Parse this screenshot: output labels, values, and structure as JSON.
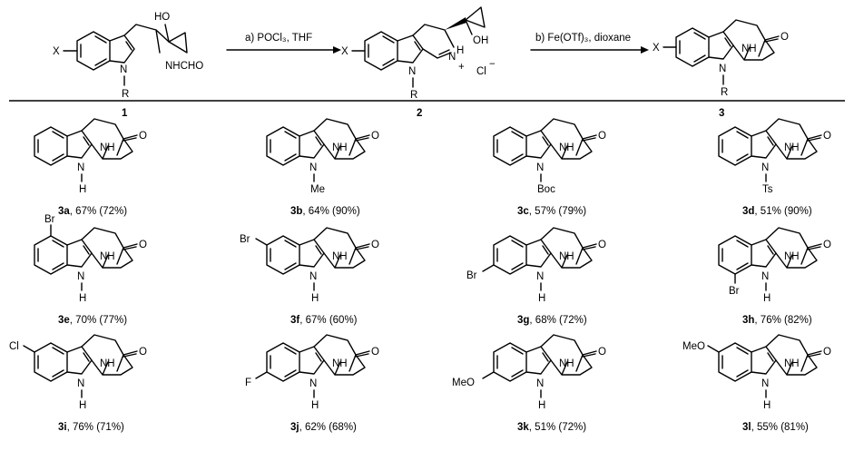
{
  "scheme": {
    "compound_1": {
      "number": "1",
      "substituent_x": "X",
      "hydroxy": "HO",
      "amide": "NHCHO",
      "n_atom": "N",
      "n_substituent": "R"
    },
    "step_a": "a) POCl₃, THF",
    "compound_2": {
      "number": "2",
      "substituent_x": "X",
      "hydroxy": "OH",
      "n_atom": "N",
      "n_substituent": "R",
      "iminium_n": "N",
      "iminium_h": "H",
      "plus": "+",
      "counterion": "Cl",
      "minus": "−"
    },
    "step_b": "b) Fe(OTf)₃, dioxane",
    "compound_3": {
      "number": "3",
      "substituent_x": "X",
      "carbonyl_o": "O",
      "amine": "NH",
      "n_atom": "N",
      "n_substituent": "R"
    }
  },
  "products": [
    {
      "id": "3a",
      "indole_n": "N",
      "n_sub": "H",
      "ring_sub": "",
      "amine": "NH",
      "o": "O",
      "yield": ", 67% (72%)"
    },
    {
      "id": "3b",
      "indole_n": "N",
      "n_sub": "Me",
      "ring_sub": "",
      "amine": "NH",
      "o": "O",
      "yield": ", 64% (90%)"
    },
    {
      "id": "3c",
      "indole_n": "N",
      "n_sub": "Boc",
      "ring_sub": "",
      "amine": "NH",
      "o": "O",
      "yield": ", 57% (79%)"
    },
    {
      "id": "3d",
      "indole_n": "N",
      "n_sub": "Ts",
      "ring_sub": "",
      "amine": "NH",
      "o": "O",
      "yield": ", 51% (90%)"
    },
    {
      "id": "3e",
      "indole_n": "N",
      "n_sub": "H",
      "ring_sub": "Br",
      "amine": "NH",
      "o": "O",
      "yield": ", 70% (77%)"
    },
    {
      "id": "3f",
      "indole_n": "N",
      "n_sub": "H",
      "ring_sub": "Br",
      "amine": "NH",
      "o": "O",
      "yield": ", 67% (60%)"
    },
    {
      "id": "3g",
      "indole_n": "N",
      "n_sub": "H",
      "ring_sub": "Br",
      "amine": "NH",
      "o": "O",
      "yield": ", 68% (72%)"
    },
    {
      "id": "3h",
      "indole_n": "N",
      "n_sub": "H",
      "ring_sub": "Br",
      "amine": "NH",
      "o": "O",
      "yield": ", 76% (82%)"
    },
    {
      "id": "3i",
      "indole_n": "N",
      "n_sub": "H",
      "ring_sub": "Cl",
      "amine": "NH",
      "o": "O",
      "yield": ", 76% (71%)"
    },
    {
      "id": "3j",
      "indole_n": "N",
      "n_sub": "H",
      "ring_sub": "F",
      "amine": "NH",
      "o": "O",
      "yield": ", 62% (68%)"
    },
    {
      "id": "3k",
      "indole_n": "N",
      "n_sub": "H",
      "ring_sub": "MeO",
      "amine": "NH",
      "o": "O",
      "yield": ", 51% (72%)"
    },
    {
      "id": "3l",
      "indole_n": "N",
      "n_sub": "H",
      "ring_sub": "MeO",
      "amine": "NH",
      "o": "O",
      "yield": ", 55% (81%)"
    }
  ]
}
